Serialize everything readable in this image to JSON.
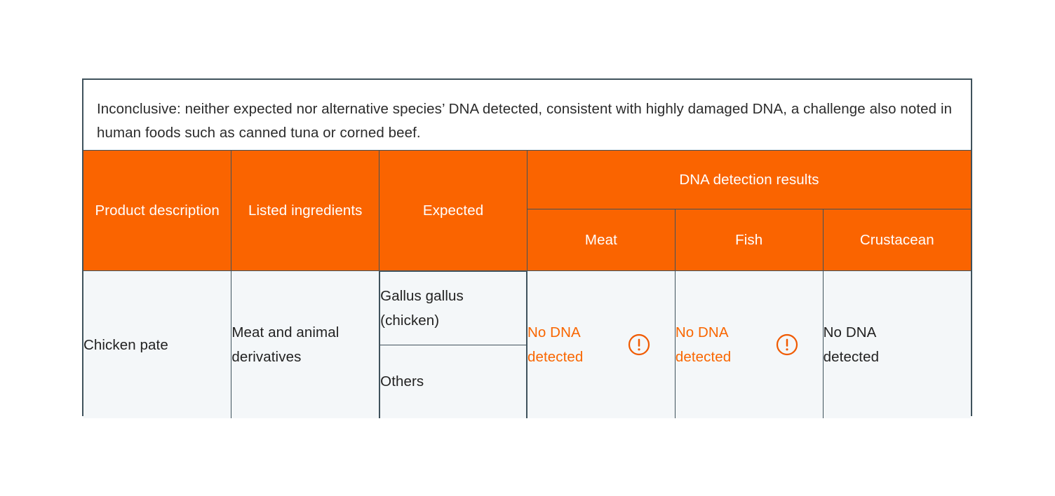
{
  "caption": {
    "text": "Inconclusive: neither expected nor alternative species’ DNA detected, consistent with highly damaged DNA, a challenge also noted in human foods such as canned tuna or corned beef."
  },
  "table": {
    "headers": {
      "product_description": "Product description",
      "listed_ingredients": "Listed ingredients",
      "expected": "Expected",
      "dna_group": "DNA detection results",
      "meat": "Meat",
      "fish": "Fish",
      "crustacean": "Crustacean"
    },
    "rows": [
      {
        "product_description": "Chicken pate",
        "listed_ingredients": "Meat and animal derivatives",
        "expected_primary": "Gallus gallus (chicken)",
        "expected_secondary": "Others",
        "meat": {
          "text": "No DNA detected",
          "alert": true,
          "icon": "warning-exclamation-circle-icon"
        },
        "fish": {
          "text": "No DNA detected",
          "alert": true,
          "icon": "warning-exclamation-circle-icon"
        },
        "crustacean": {
          "text": "No DNA detected",
          "alert": false,
          "icon": ""
        }
      }
    ]
  },
  "colors": {
    "header_orange": "#fa6400",
    "alert_orange": "#f96600",
    "border": "#3f525c",
    "body_cell_background": "#f4f7f9",
    "caption_background": "#ffffff",
    "text_dark": "#222222"
  }
}
